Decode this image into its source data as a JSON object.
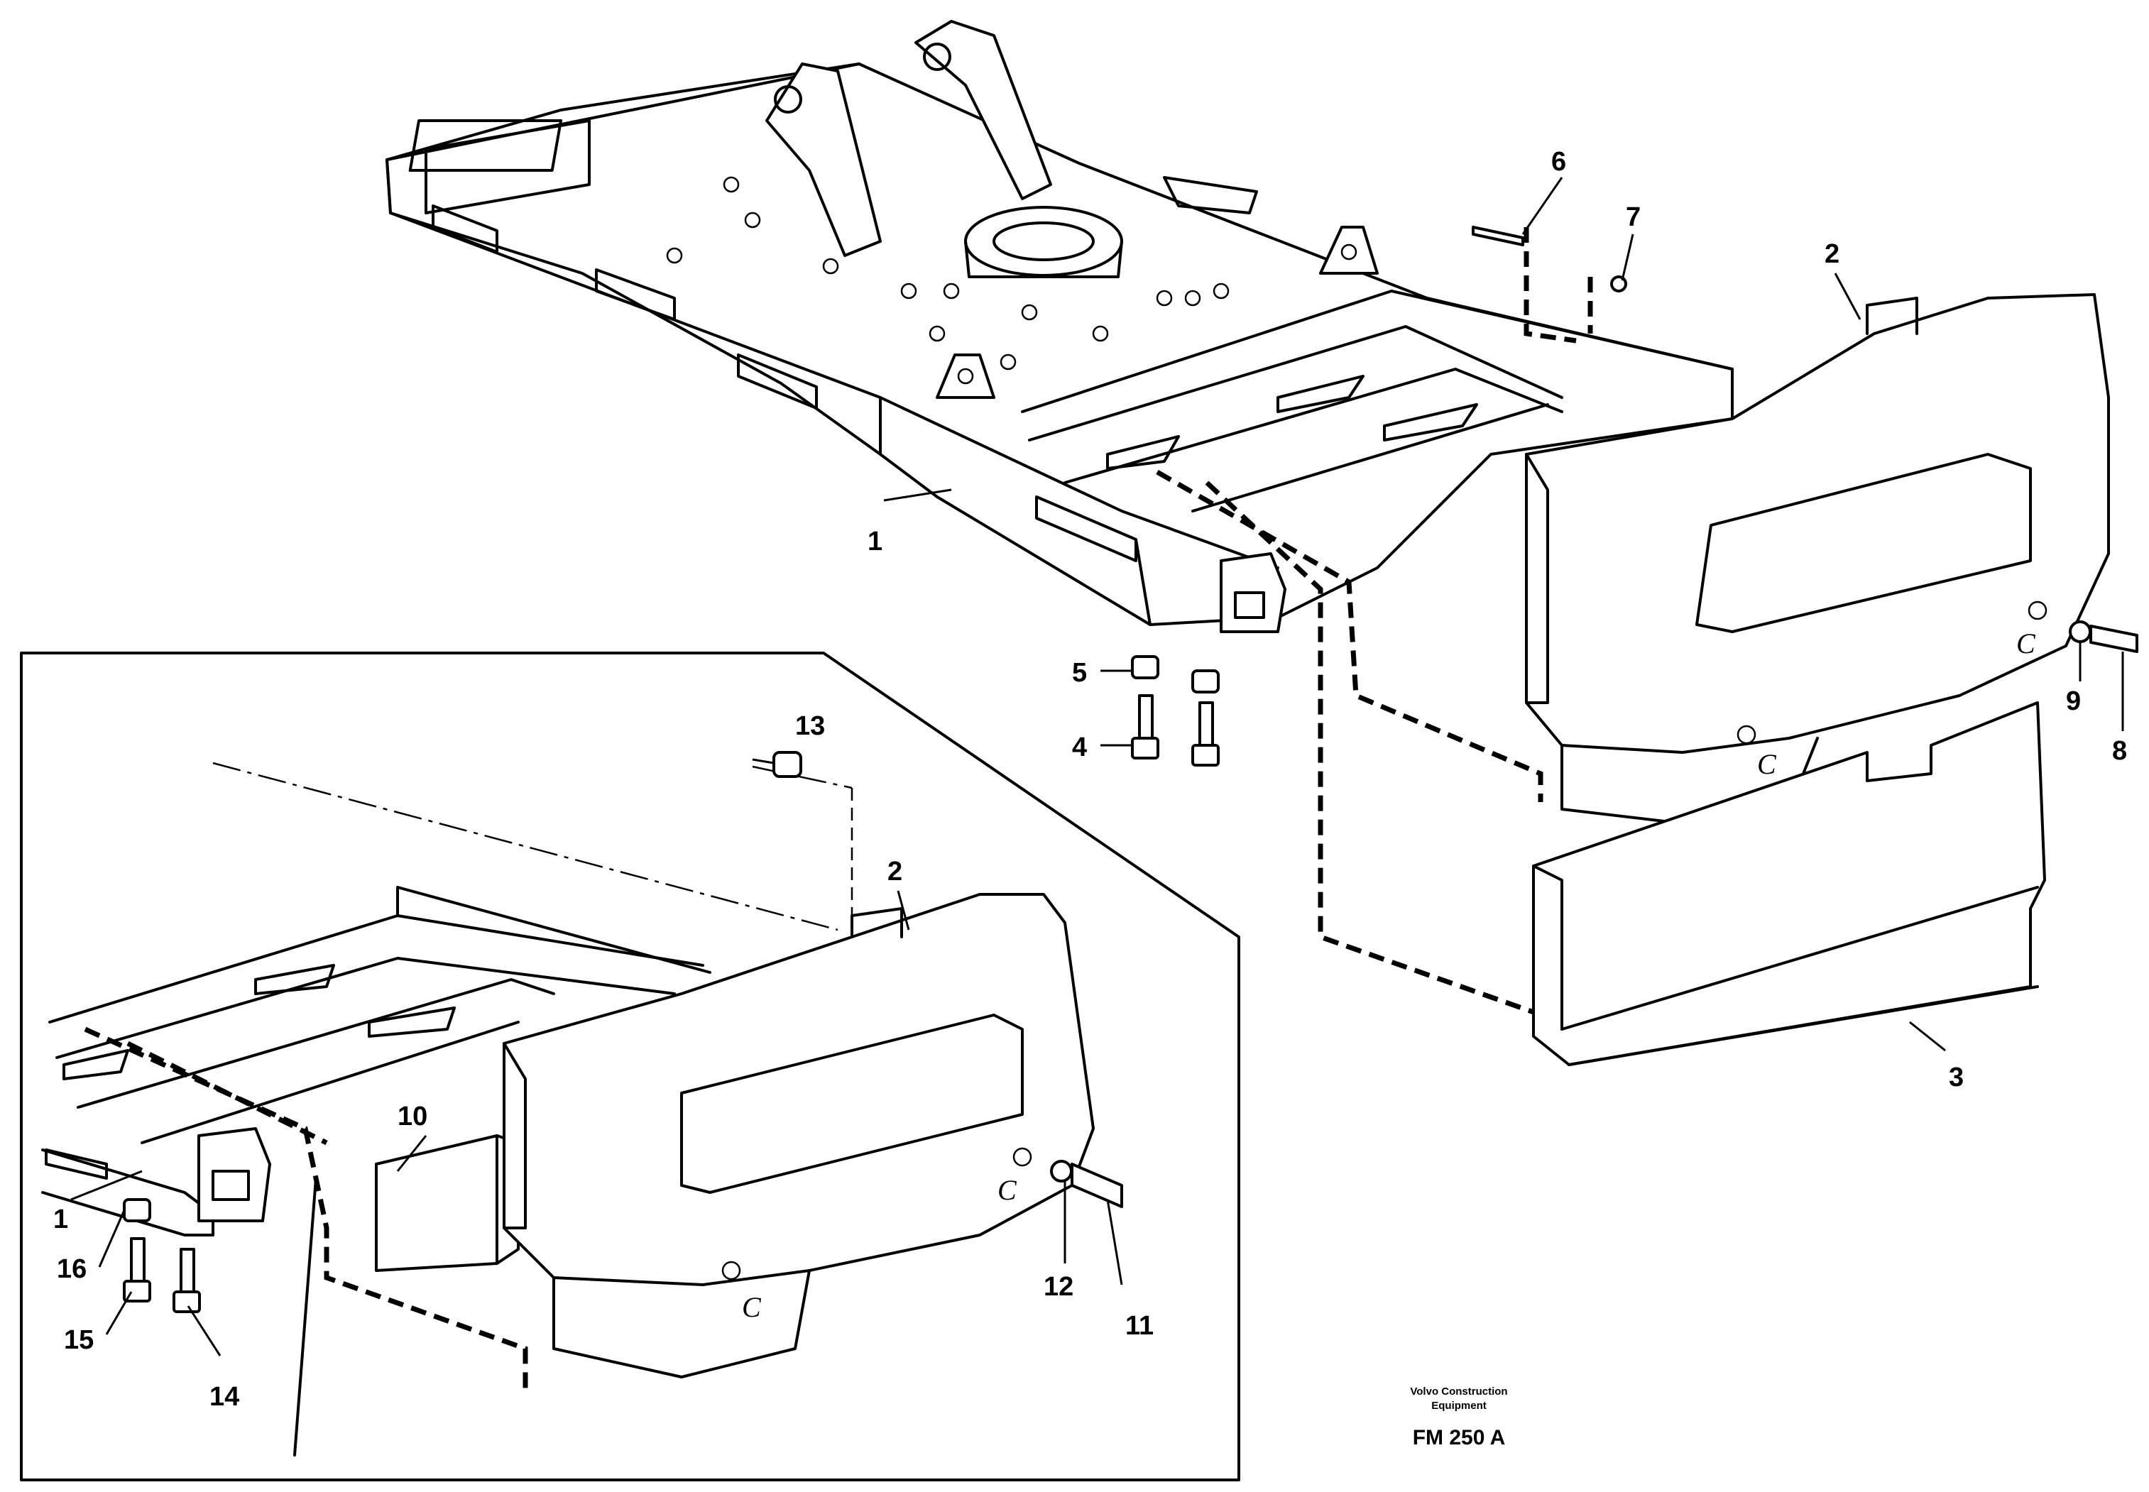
{
  "callouts": {
    "main": {
      "frame": "1",
      "counterweight": "2",
      "bracket": "3",
      "bolt_lower": "4",
      "spacer_lower": "5",
      "bolt_upper": "6",
      "nut_upper": "7",
      "bolt_side": "8",
      "washer_side": "9"
    },
    "inset": {
      "frame": "1",
      "counterweight": "2",
      "plate": "10",
      "bolt": "11",
      "washer": "12",
      "nut_top": "13",
      "bolt_b": "14",
      "bolt_a": "15",
      "spacer": "16"
    }
  },
  "surface_marks": {
    "mark": "C"
  },
  "footer": {
    "company_line1": "Volvo Construction",
    "company_line2": "Equipment",
    "code": "FM 250 A"
  }
}
